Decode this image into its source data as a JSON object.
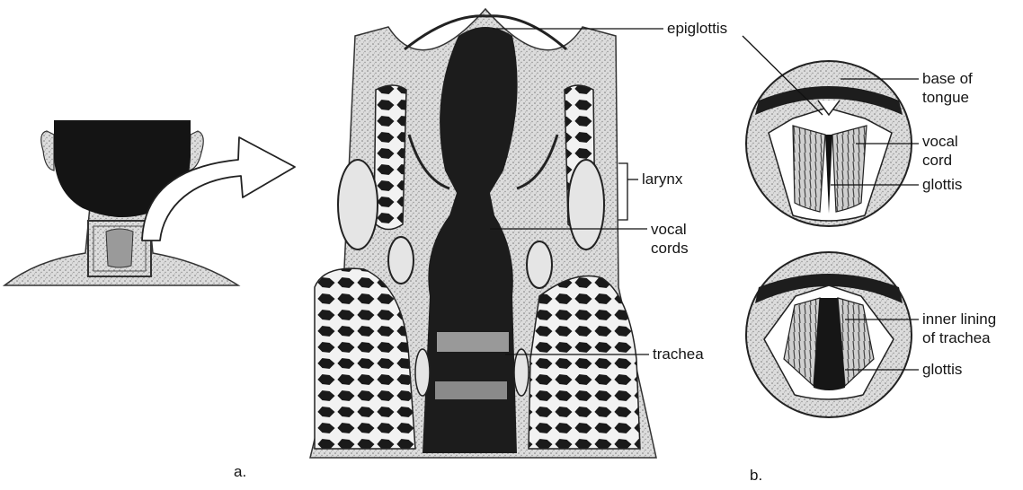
{
  "panel_a": {
    "tag": "a.",
    "labels": {
      "epiglottis": "epiglottis",
      "larynx": "larynx",
      "vocal_cords_1": "vocal",
      "vocal_cords_2": "cords",
      "trachea": "trachea"
    }
  },
  "panel_b": {
    "tag": "b.",
    "top_view_labels": {
      "base_of_tongue_1": "base of",
      "base_of_tongue_2": "tongue",
      "vocal_cord_1": "vocal",
      "vocal_cord_2": "cord",
      "glottis": "glottis"
    },
    "bottom_view_labels": {
      "inner_lining_1": "inner lining",
      "inner_lining_2": "of trachea",
      "glottis": "glottis"
    }
  },
  "colors": {
    "ink": "#151515",
    "tissue": "#d9d9d9",
    "dark_tissue": "#1c1c1c",
    "paper": "#ffffff"
  }
}
